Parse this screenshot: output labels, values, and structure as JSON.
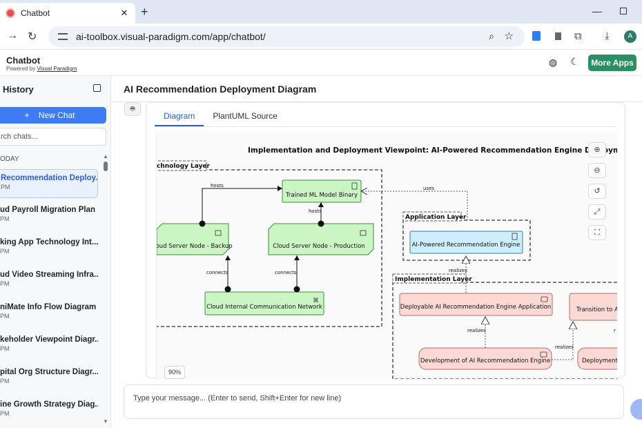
{
  "browser": {
    "tab_title": "Chatbot",
    "tab_close": "✕",
    "new_tab": "+",
    "minimize": "—",
    "url": "ai-toolbox.visual-paradigm.com/app/chatbot/",
    "avatar_letter": "A"
  },
  "header": {
    "title": "Chatbot",
    "powered_by": "Powered by",
    "powered_link": "Visual Paradigm",
    "more_apps": "More Apps"
  },
  "sidebar": {
    "title": "History",
    "new_chat": "New Chat",
    "search_placeholder": "rch chats...",
    "section_label": "ODAY",
    "items": [
      {
        "title": "Recommendation Deploy...",
        "time": "PM"
      },
      {
        "title": "ud Payroll Migration Plan",
        "time": "PM"
      },
      {
        "title": "king App Technology Int...",
        "time": "PM"
      },
      {
        "title": "ud Video Streaming Infra...",
        "time": "PM"
      },
      {
        "title": "niMate Info Flow Diagram",
        "time": "PM"
      },
      {
        "title": "keholder Viewpoint Diagr...",
        "time": "PM"
      },
      {
        "title": "pital Org Structure Diagr...",
        "time": "PM"
      },
      {
        "title": "ine Growth Strategy Diag...",
        "time": "PM"
      }
    ]
  },
  "main": {
    "title": "AI Recommendation Deployment Diagram",
    "tabs": [
      "Diagram",
      "PlantUML Source"
    ],
    "zoom_level": "90%",
    "input_placeholder": "Type your message... (Enter to send, Shift+Enter for new line)"
  },
  "diagram": {
    "title": "Implementation and Deployment Viewpoint: AI-Powered Recommendation Engine Deployment",
    "groups": {
      "technology": "chnology Layer",
      "application": "Application Layer",
      "implementation": "Implementation Layer"
    },
    "nodes": {
      "model_binary": "Trained ML Model Binary",
      "backup": "Cloud Server Node - Backup",
      "production": "Cloud Server Node - Production",
      "network": "Cloud Internal Communication Network",
      "rec_engine": "AI-Powered Recommendation Engine",
      "deployable_app": "Deployable AI Recommendation Engine Application",
      "transition": "Transition to A",
      "development": "Development of AI Recommendation Engine",
      "deployment": "Deployment"
    },
    "edges": {
      "hosts": "hosts",
      "connects": "connects",
      "uses": "uses",
      "realizes": "realizes",
      "realizes_trunc": "r"
    }
  }
}
